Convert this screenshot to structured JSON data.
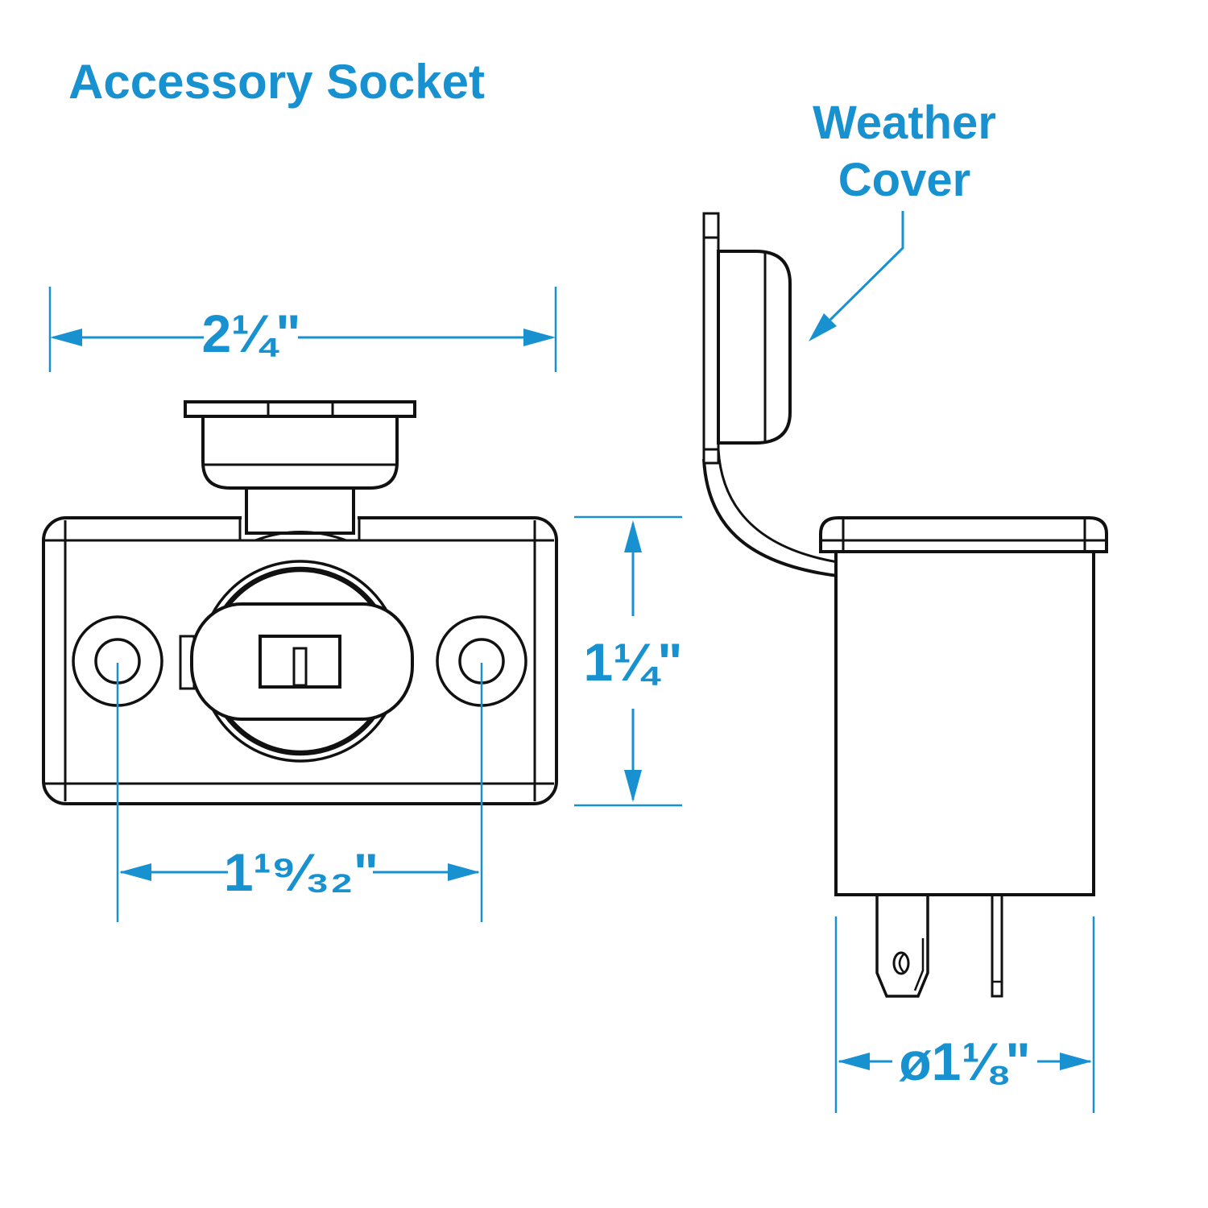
{
  "title": "Accessory Socket",
  "labels": {
    "weather_cover_line1": "Weather",
    "weather_cover_line2": "Cover"
  },
  "dimensions": {
    "front_width": "2¼\"",
    "front_height": "1¼\"",
    "hole_spacing": "1¹⁹⁄₃₂\"",
    "side_body_diameter": "ø1⅛\""
  },
  "colors": {
    "accent": "#1791cf",
    "line": "#111111",
    "background": "#ffffff"
  }
}
